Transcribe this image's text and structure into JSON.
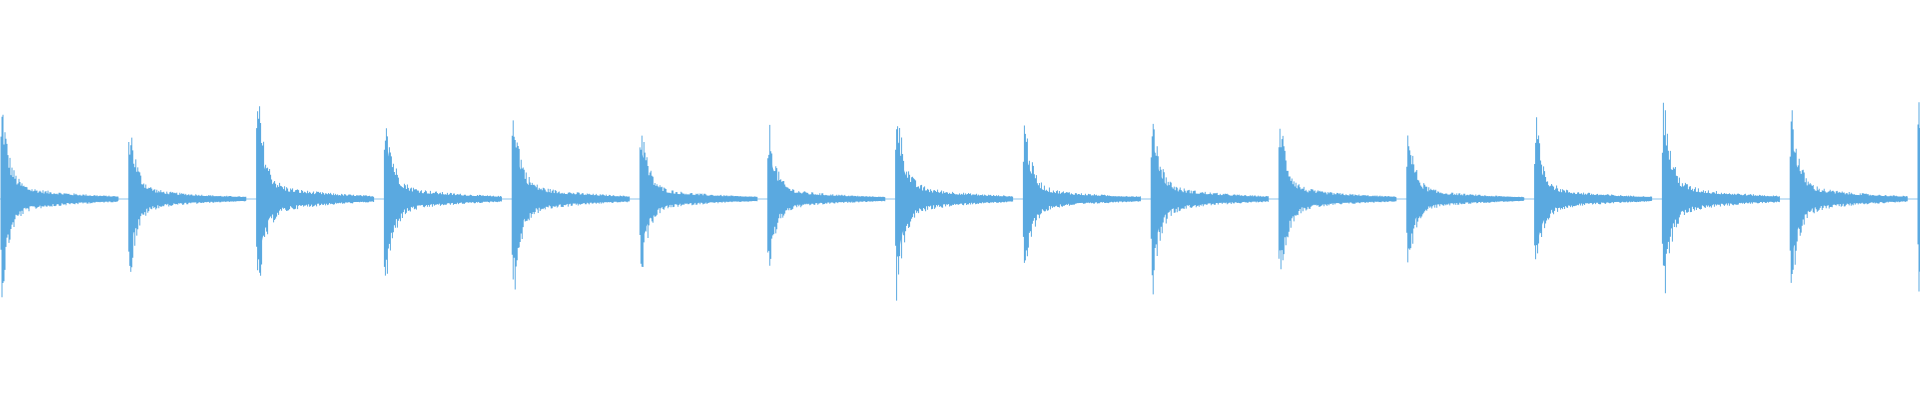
{
  "waveform": {
    "color": "#5aa9e0",
    "baseline_color": "#8cc4ec",
    "background": "#ffffff",
    "peak_amplitude": 1.0,
    "transients": [
      {
        "amplitude": 0.92
      },
      {
        "amplitude": 0.74
      },
      {
        "amplitude": 1.0
      },
      {
        "amplitude": 0.91
      },
      {
        "amplitude": 0.97
      },
      {
        "amplitude": 0.75
      },
      {
        "amplitude": 0.71
      },
      {
        "amplitude": 0.97
      },
      {
        "amplitude": 0.78
      },
      {
        "amplitude": 0.9
      },
      {
        "amplitude": 0.82
      },
      {
        "amplitude": 0.69
      },
      {
        "amplitude": 0.78
      },
      {
        "amplitude": 1.0
      },
      {
        "amplitude": 0.92
      },
      {
        "amplitude": 0.98
      }
    ]
  }
}
